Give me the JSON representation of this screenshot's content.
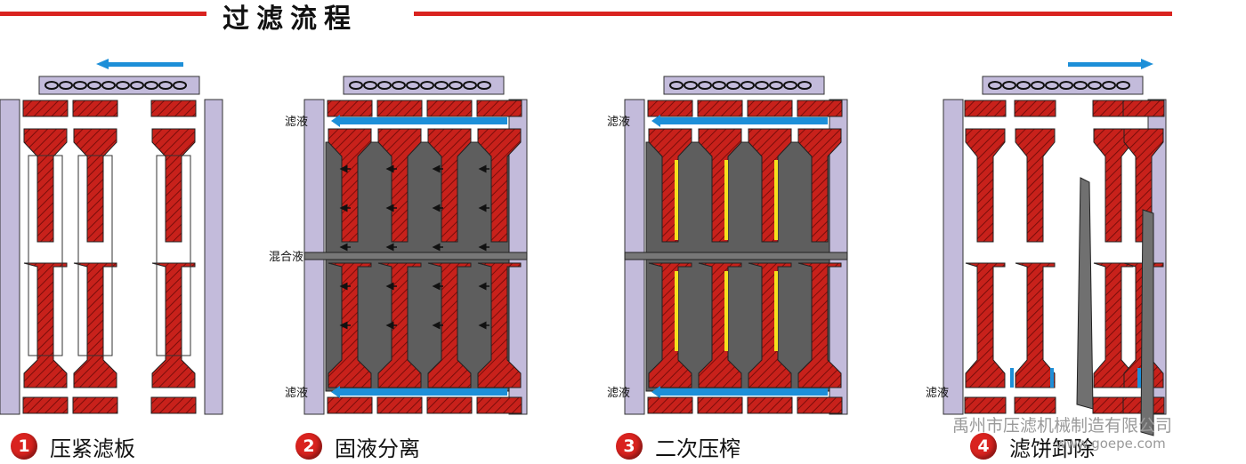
{
  "title": "过滤流程",
  "steps": [
    {
      "num": "1",
      "label": "压紧滤板"
    },
    {
      "num": "2",
      "label": "固液分离"
    },
    {
      "num": "3",
      "label": "二次压榨"
    },
    {
      "num": "4",
      "label": "滤饼卸除"
    }
  ],
  "labels": {
    "filtrate": "滤液",
    "mixture": "混合液"
  },
  "watermark": {
    "company": "禹州市压滤机械制造有限公司",
    "url": "www.goepe.com"
  },
  "colors": {
    "accent_red": "#d9231f",
    "plate_red": "#c8211b",
    "frame_purple": "#c3bbdb",
    "flow_blue": "#1d8fd8",
    "cake_gray": "#707070",
    "membrane_yellow": "#f5e11c"
  }
}
